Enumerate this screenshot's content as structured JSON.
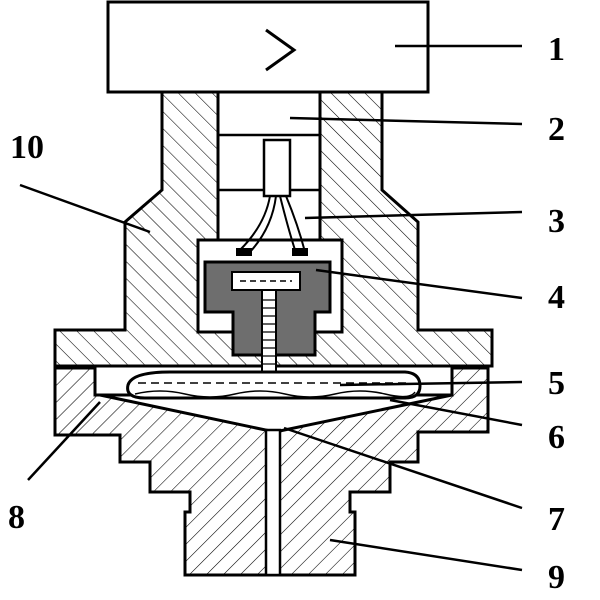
{
  "colors": {
    "line": "#000000",
    "background": "#ffffff",
    "sensor_fill": "#6e6e6e",
    "hatch": "#000000"
  },
  "icons": {
    "electronics_symbol": "chevron-right-icon"
  },
  "callouts": [
    {
      "id": "1",
      "label": "1"
    },
    {
      "id": "2",
      "label": "2"
    },
    {
      "id": "3",
      "label": "3"
    },
    {
      "id": "4",
      "label": "4"
    },
    {
      "id": "5",
      "label": "5"
    },
    {
      "id": "6",
      "label": "6"
    },
    {
      "id": "7",
      "label": "7"
    },
    {
      "id": "8",
      "label": "8"
    },
    {
      "id": "9",
      "label": "9"
    },
    {
      "id": "10",
      "label": "10"
    }
  ]
}
